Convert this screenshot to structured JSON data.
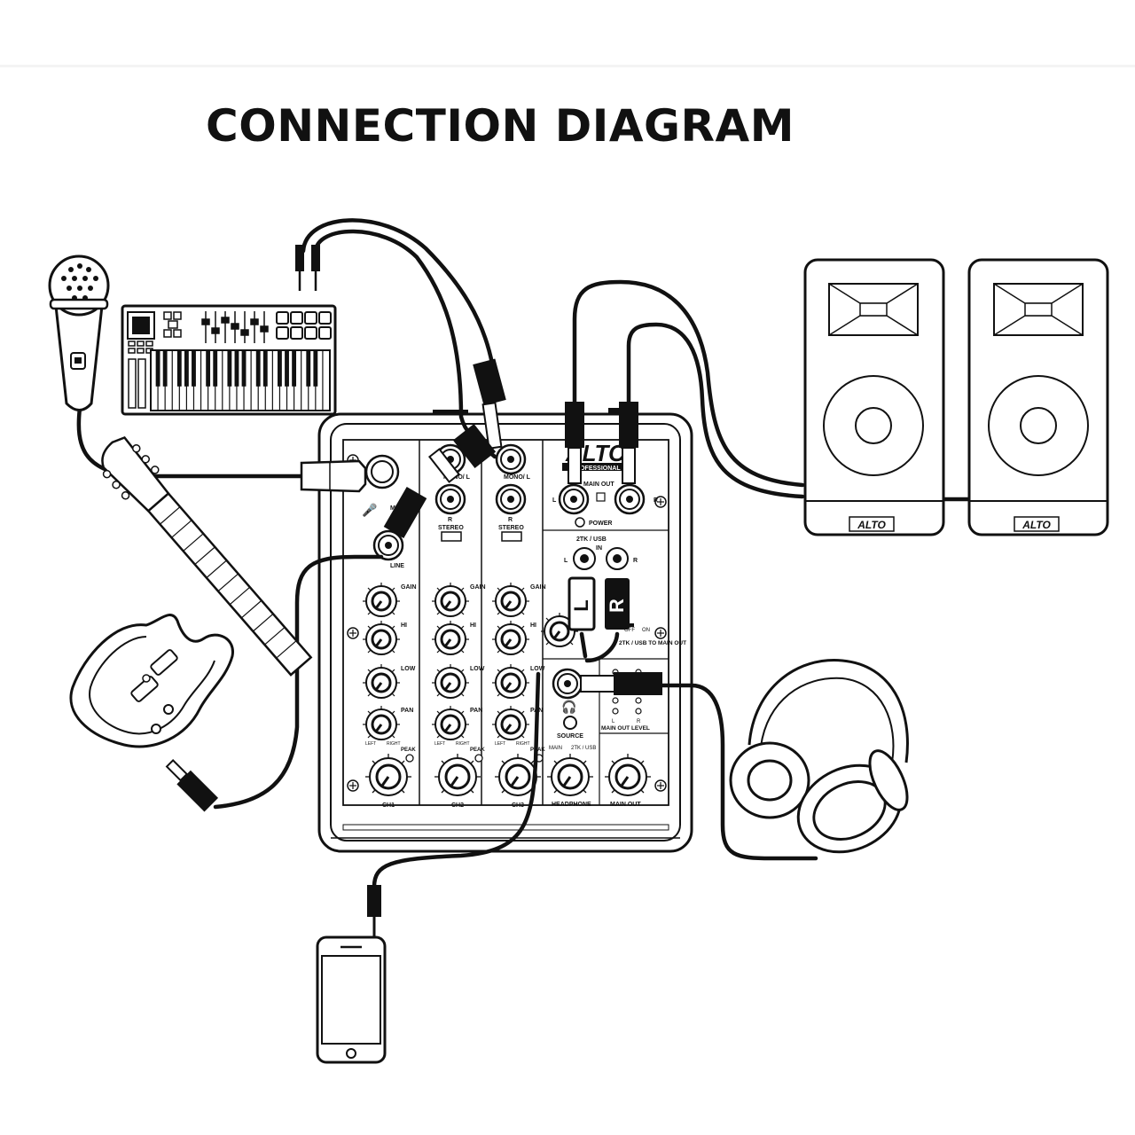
{
  "title": "CONNECTION DIAGRAM",
  "colors": {
    "ink": "#111111",
    "paper": "#ffffff",
    "faint": "#f2f2f2"
  },
  "mixer": {
    "brand": "ALTO",
    "brand_sub": "PROFESSIONAL",
    "mic_label": "MIC",
    "line_label": "LINE",
    "mono_l_label": "MONO/ L",
    "r_label": "R",
    "stereo_label": "STEREO",
    "main_out_label": "MAIN OUT",
    "l_label": "L",
    "power_label": "POWER",
    "twotk_usb_label": "2TK / USB",
    "in_label": "IN",
    "twotk_to_main_label": "2TK / USB TO MAIN OUT",
    "off_label": "OFF",
    "on_label": "ON",
    "main_out_level_label": "MAIN OUT LEVEL",
    "source_label": "SOURCE",
    "main_label": "MAIN",
    "headphone_label": "HEADPHONE",
    "gain_label": "GAIN",
    "hi_label": "HI",
    "low_label": "LOW",
    "pan_label": "PAN",
    "peak_label": "PEAK",
    "left_label": "LEFT",
    "right_label": "RIGHT",
    "channels": [
      "CH1",
      "CH2",
      "CH3"
    ]
  },
  "rca_plugs": {
    "left": "L",
    "right": "R"
  },
  "speakers": [
    {
      "badge": "ALTO"
    },
    {
      "badge": "ALTO"
    }
  ],
  "devices": [
    "microphone",
    "keyboard-controller",
    "electric-guitar",
    "smartphone",
    "headphones",
    "speaker-left",
    "speaker-right",
    "mixer"
  ]
}
